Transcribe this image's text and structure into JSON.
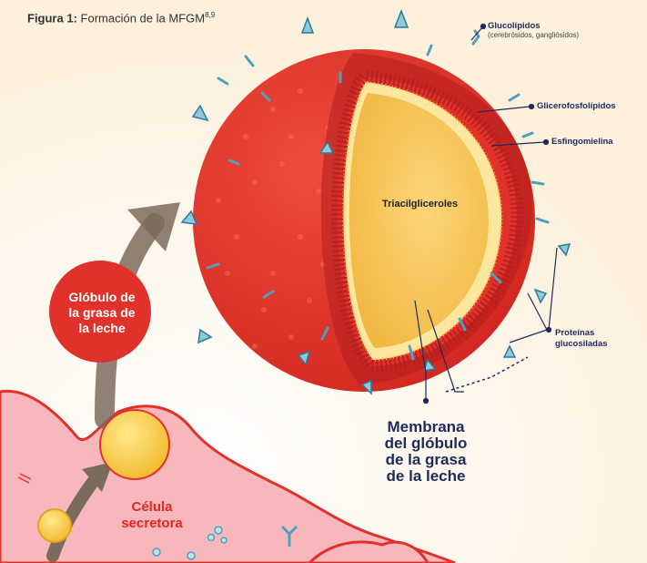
{
  "figure": {
    "label": "Figura 1:",
    "title": "Formación de la MFGM",
    "refs": "8,9"
  },
  "labels": {
    "glycolipids": "Glucolípidos",
    "glycolipids_detail": "(cerebrósidos, gangliósidos)",
    "glycerophospholipids": "Glicerofosfolípidos",
    "sphingomyelin": "Esfingomielina",
    "triacylglycerols": "Triacilgliceroles",
    "glycoproteins_line1": "Proteínas",
    "glycoproteins_line2": "glucosiladas",
    "membrane": [
      "Membrana",
      "del glóbulo",
      "de la grasa",
      "de la leche"
    ],
    "globule": [
      "Glóbulo de",
      "la grasa de",
      "la leche"
    ],
    "cell": [
      "Célula",
      "secretora"
    ]
  },
  "colors": {
    "sphere_red": "#e0312b",
    "sphere_dark": "#b21e1e",
    "core_yellow": "#f6c64d",
    "lipid_blue": "#4f9fbd",
    "navy_text": "#1d2a5c",
    "arrow_gray": "#7b6b5c"
  }
}
